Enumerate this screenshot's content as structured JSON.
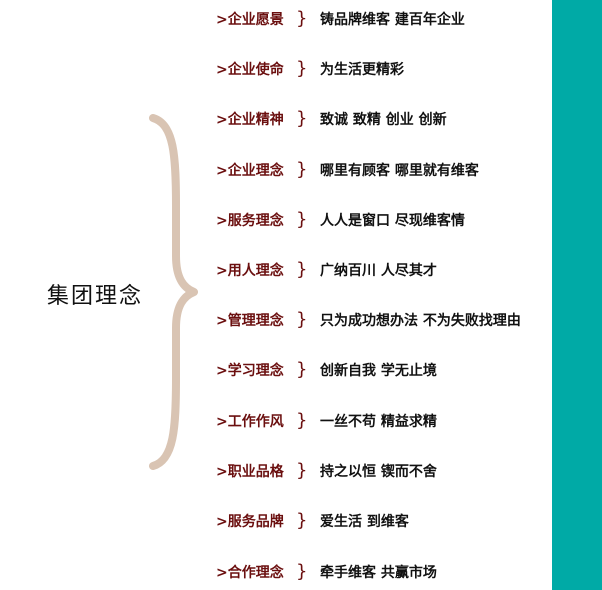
{
  "colors": {
    "accent_bar": "#00aaa6",
    "key_text": "#6b0f0f",
    "brace": "#d9c4b3"
  },
  "group_title": "集团理念",
  "items": [
    {
      "key": ">企业愿景",
      "sep": "}",
      "value": "铸品牌维客  建百年企业"
    },
    {
      "key": ">企业使命",
      "sep": "}",
      "value": "为生活更精彩"
    },
    {
      "key": ">企业精神",
      "sep": "}",
      "value": "致诚  致精  创业  创新"
    },
    {
      "key": ">企业理念",
      "sep": "}",
      "value": "哪里有顾客  哪里就有维客"
    },
    {
      "key": ">服务理念",
      "sep": "}",
      "value": "人人是窗口  尽现维客情"
    },
    {
      "key": ">用人理念",
      "sep": "}",
      "value": "广纳百川  人尽其才"
    },
    {
      "key": ">管理理念",
      "sep": "}",
      "value": "只为成功想办法  不为失败找理由"
    },
    {
      "key": ">学习理念",
      "sep": "}",
      "value": "创新自我  学无止境"
    },
    {
      "key": ">工作作风",
      "sep": "}",
      "value": "一丝不苟  精益求精"
    },
    {
      "key": ">职业品格",
      "sep": "}",
      "value": "持之以恒  锲而不舍"
    },
    {
      "key": ">服务品牌",
      "sep": "}",
      "value": "爱生活  到维客"
    },
    {
      "key": ">合作理念",
      "sep": "}",
      "value": "牵手维客  共赢市场"
    }
  ]
}
